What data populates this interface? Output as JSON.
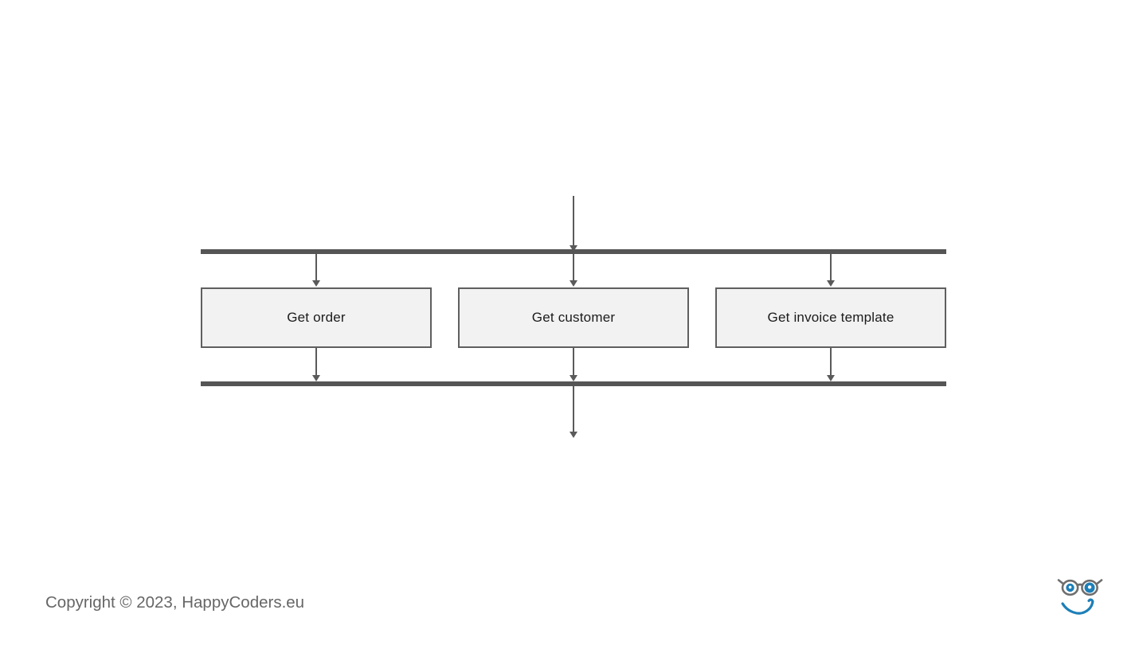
{
  "page": {
    "background": "#ffffff"
  },
  "diagram": {
    "type": "uml-activity-fork-join",
    "tasks": [
      {
        "label": "Get order"
      },
      {
        "label": "Get customer"
      },
      {
        "label": "Get invoice template"
      }
    ],
    "colors": {
      "sync_bar": "#555555",
      "arrow": "#5a5a5a",
      "task_fill": "#f2f2f2",
      "task_border": "#5f5f5f",
      "task_text": "#1b1b1b"
    }
  },
  "footer": {
    "copyright": "Copyright © 2023, HappyCoders.eu",
    "text_color": "#666666"
  },
  "logo": {
    "name": "happycoders-smiley-logo",
    "blue": "#1d7fb8",
    "frame_gray": "#6e6e6e"
  }
}
